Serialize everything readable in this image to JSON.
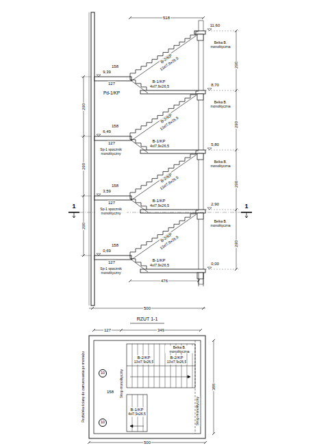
{
  "diagram": {
    "nodes": [
      {
        "text": [
          "10"
        ]
      },
      {
        "text": [
          "10"
        ]
      }
    ],
    "labels": [
      "518",
      "11,60",
      "8,70",
      "5,80",
      "2,90",
      "0,00",
      "9,39",
      "6,49",
      "3,59",
      "0,69",
      "158",
      "158",
      "158",
      "158",
      "127",
      "127",
      "127",
      "127",
      "B-2/KP",
      "B-2/KP",
      "B-2/KP",
      "B-2/KP",
      "13xl7,9x26,5",
      "13xl7,9x26,5",
      "13xl7,9x26,5",
      "13xl7,9x26,5",
      "B-1/KP",
      "B-1/KP",
      "B-1/KP",
      "B-1/KP",
      "4xl7,9x26,5",
      "4xl7,9x26,5",
      "4xl7,9x26,5",
      "4xl7,9x26,5",
      "Pd-1/KP",
      "Sp-1 spocznik monolityczny",
      "Sp-1 spocznik monolityczny",
      "Sp-1 spocznik monolityczny",
      "Belka B. monolityczna",
      "Belka B. monolityczna",
      "Belka B. monolityczna",
      "Belka B. monolityczna",
      "290",
      "290",
      "290",
      "290",
      "290",
      "290",
      "290",
      "476",
      "500",
      "1",
      "1",
      "RZUT 1-1",
      "127",
      "349",
      "Belka B. monolityczna",
      "B-2/KP",
      "B-2/KP",
      "13xl7,9x26,5",
      "13xl7,9x26,5",
      "B-1/KP",
      "4xl7,9x26,5",
      "Strop monolityczny",
      "Strop monolityczny",
      "Rozbiórka ściany do zamurowania po montażu",
      "388",
      "158",
      "500"
    ]
  }
}
